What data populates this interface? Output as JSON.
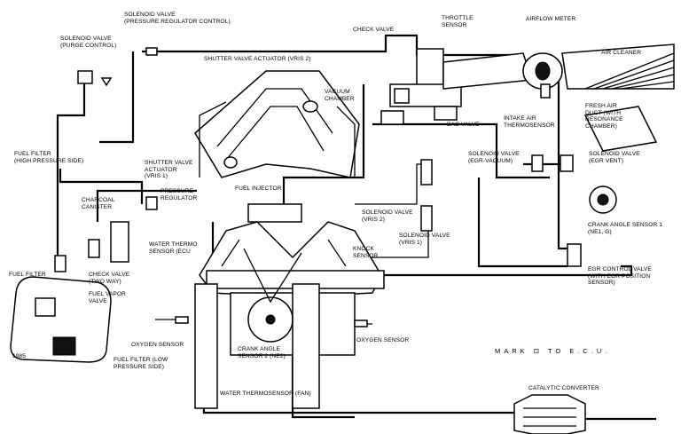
{
  "labels": {
    "solenoid_purge": [
      "SOLENOID VALVE",
      "(PURGE CONTROL)"
    ],
    "solenoid_pressure": [
      "SOLENOID VALVE",
      "(PRESSURE REGULATOR CONTROL)"
    ],
    "check_valve_top": [
      "CHECK VALVE"
    ],
    "throttle_sensor": [
      "THROTTLE",
      "SENSOR"
    ],
    "airflow_meter": [
      "AIRFLOW METER"
    ],
    "air_cleaner": [
      "AIR CLEANER"
    ],
    "shutter_vris2": [
      "SHUTTER VALVE ACTUATOR (VRIS 2)"
    ],
    "vacuum_chamber": [
      "VACUUM",
      "CHAMBER"
    ],
    "bac_valve": [
      "BAC VALVE"
    ],
    "intake_air_thermo": [
      "INTAKE AIR",
      "THERMOSENSOR"
    ],
    "fresh_air_duct": [
      "FRESH AIR",
      "DUCT (WITH",
      "RESONANCE",
      "CHAMBER)"
    ],
    "fuel_filter_high": [
      "FUEL FILTER",
      "(HIGH PRESSURE SIDE)"
    ],
    "solenoid_egr_vacuum": [
      "SOLENOID VALVE",
      "(EGR-VACUUM)"
    ],
    "solenoid_egr_vent": [
      "SOLENOID VALVE",
      "(EGR VENT)"
    ],
    "shutter_vris1": [
      "SHUTTER VALVE",
      "ACTUATOR",
      "(VRIS 1)"
    ],
    "fuel_injector": [
      "FUEL INJECTOR"
    ],
    "pressure_regulator": [
      "PRESSURE",
      "REGULATOR"
    ],
    "charcoal_canister": [
      "CHARCOAL",
      "CANISTER"
    ],
    "solenoid_vris2": [
      "SOLENOID VALVE",
      "(VRIS 2)"
    ],
    "solenoid_vris1": [
      "SOLENOID VALVE",
      "(VRIS 1)"
    ],
    "crank_angle_1": [
      "CRANK ANGLE SENSOR 1",
      "(NE1, G)"
    ],
    "water_thermo_ecu": [
      "WATER THERMO",
      "SENSOR (ECU"
    ],
    "knock_sensor": [
      "KNOCK",
      "SENSOR"
    ],
    "fuel_filter": [
      "FUEL FILTER"
    ],
    "check_valve_two": [
      "CHECK VALVE",
      "(TWO WAY)"
    ],
    "fuel_vapor": [
      "FUEL VAPOR",
      "VALVE"
    ],
    "egr_control": [
      "EGR CONTROL VALVE",
      "(WITH EGR POSITION",
      "SENSOR)"
    ],
    "oxygen_left": [
      "OXYGEN SENSOR"
    ],
    "oxygen_right": [
      "OXYGEN SENSOR"
    ],
    "fuel_filter_low": [
      "FUEL FILTER (LOW",
      "PRESSURE SIDE)"
    ],
    "crank_angle_2": [
      "CRANK ANGLE",
      "SENSOR 2 (NE2)"
    ],
    "water_thermo_fan": [
      "WATER THERMOSENSOR (FAN)"
    ],
    "catalytic": [
      "CATALYTIC CONVERTER"
    ],
    "mark_note": [
      "MARK ⊡ TO E.C.U."
    ],
    "tank_tag": [
      "1985"
    ]
  }
}
